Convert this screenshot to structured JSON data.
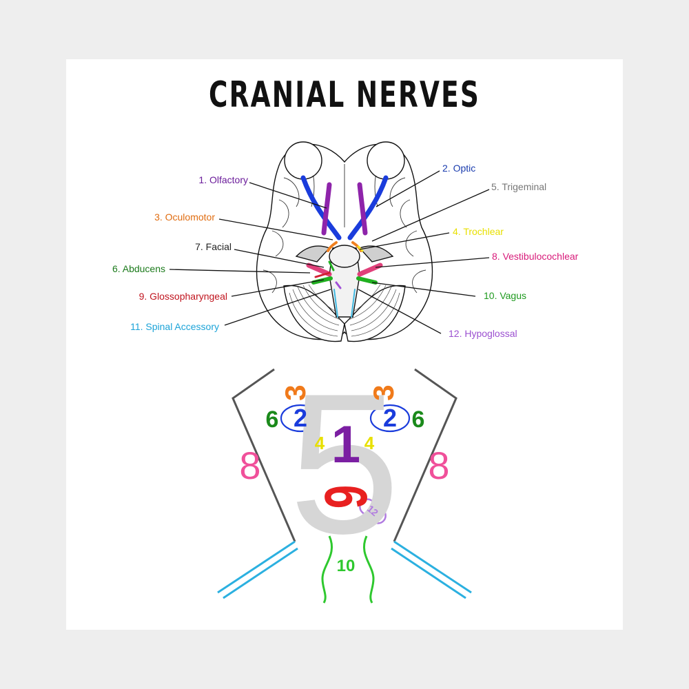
{
  "title": "CRANIAL NERVES",
  "nerves": [
    {
      "label": "1. Olfactory",
      "color": "#6a1b9a"
    },
    {
      "label": "2. Optic",
      "color": "#1a3cae"
    },
    {
      "label": "3. Oculomotor",
      "color": "#e06c10"
    },
    {
      "label": "4. Trochlear",
      "color": "#e8e000"
    },
    {
      "label": "5. Trigeminal",
      "color": "#777777"
    },
    {
      "label": "6. Abducens",
      "color": "#1b7a1b"
    },
    {
      "label": "7. Facial",
      "color": "#222222"
    },
    {
      "label": "8. Vestibulocochlear",
      "color": "#d81b7a"
    },
    {
      "label": "9. Glossopharyngeal",
      "color": "#c0141e"
    },
    {
      "label": "10. Vagus",
      "color": "#1e9a1e"
    },
    {
      "label": "11. Spinal Accessory",
      "color": "#1ba3d8"
    },
    {
      "label": "12. Hypoglossal",
      "color": "#9b4fd0"
    }
  ],
  "mnemonic": {
    "n1": "1",
    "n2": "2",
    "n3": "3",
    "n4": "4",
    "n5": "5",
    "n6": "6",
    "n8": "8",
    "n9": "9",
    "n10": "10",
    "n12": "12"
  }
}
